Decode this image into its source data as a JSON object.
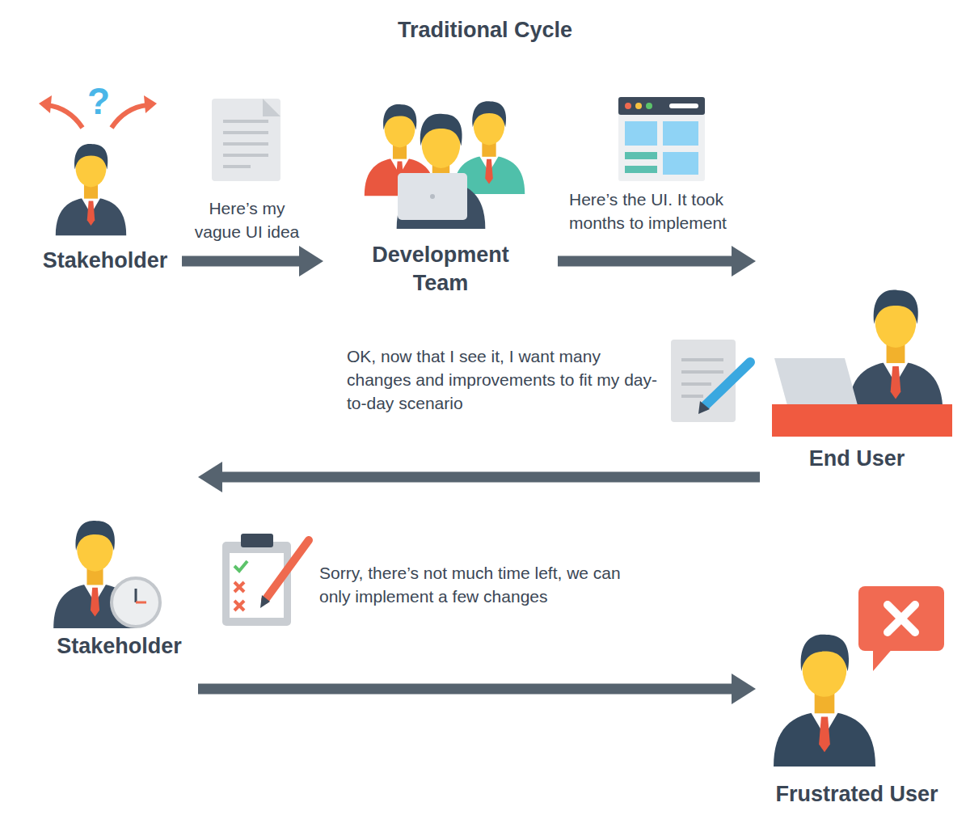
{
  "diagram": {
    "title": "Traditional Cycle",
    "nodes": [
      {
        "text": [
          "Stakeholder"
        ]
      },
      {
        "text": [
          "Development Team"
        ]
      },
      {
        "text": [
          "End User"
        ]
      },
      {
        "text": [
          "Stakeholder"
        ]
      },
      {
        "text": [
          "Frustrated User"
        ]
      }
    ],
    "edges": [
      {
        "from": 0,
        "to": 1,
        "arrow": "to",
        "label": "Here’s my vague UI idea"
      },
      {
        "from": 1,
        "to": 2,
        "arrow": "to",
        "label": "Here’s the UI. It took months to implement"
      },
      {
        "from": 2,
        "to": 3,
        "arrow": "to",
        "label": "OK, now that I see it, I want many changes and improvements to fit my day-to-day scenario"
      },
      {
        "from": 3,
        "to": 4,
        "arrow": "to",
        "label": "Sorry, there’s not much time left, we can only implement a few changes"
      }
    ],
    "labels": [
      "?"
    ]
  }
}
